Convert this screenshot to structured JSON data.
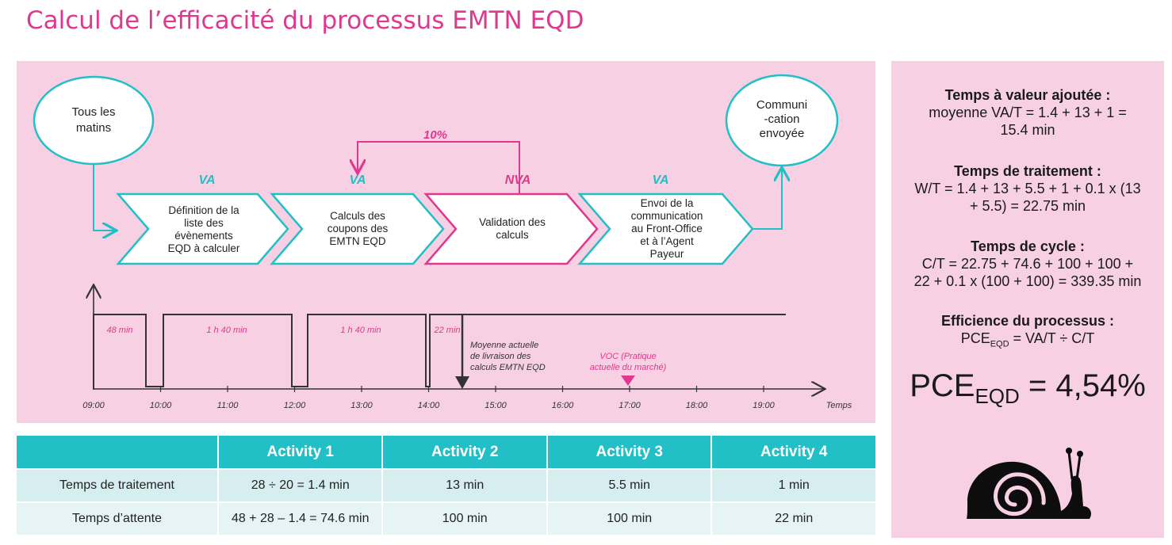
{
  "title": "Calcul de l’efficacité du processus EMTN EQD",
  "colors": {
    "pink": "#e0388e",
    "teal": "#22bfc6",
    "panel": "#f7d1e3",
    "dark": "#333333"
  },
  "start_circle": [
    "Tous les",
    "matins"
  ],
  "end_circle": [
    "Communi",
    "-cation",
    "envoyée"
  ],
  "loop_label": "10%",
  "steps": [
    {
      "tag": "VA",
      "lines": [
        "Définition de la",
        "liste des",
        "évènements",
        "EQD à calculer"
      ]
    },
    {
      "tag": "VA",
      "lines": [
        "Calculs des",
        "coupons des",
        "EMTN EQD"
      ]
    },
    {
      "tag": "NVA",
      "lines": [
        "Validation des",
        "calculs"
      ]
    },
    {
      "tag": "VA",
      "lines": [
        "Envoi de la",
        "communication",
        "au Front-Office",
        "et à l’Agent",
        "Payeur"
      ]
    }
  ],
  "timeline": {
    "ticks": [
      "09:00",
      "10:00",
      "11:00",
      "12:00",
      "13:00",
      "14:00",
      "15:00",
      "16:00",
      "17:00",
      "18:00",
      "19:00"
    ],
    "axis_label": "Temps",
    "durations": [
      "48 min",
      "1 h 40 min",
      "1 h 40 min",
      "22 min"
    ],
    "current_marker": {
      "time": "14:30",
      "label": [
        "Moyenne actuelle",
        "de livraison des",
        "calculs EMTN EQD"
      ]
    },
    "voc_marker": {
      "time": "17:00",
      "label": [
        "VOC (Pratique",
        "actuelle du marché)"
      ]
    }
  },
  "side": {
    "va_title": "Temps à valeur ajoutée :",
    "va_line1": "moyenne VA/T = 1.4 + 13 + 1 =",
    "va_line2": "15.4 min",
    "wt_title": "Temps de traitement :",
    "wt_line1": "W/T = 1.4 + 13 + 5.5 + 1 + 0.1 x (13",
    "wt_line2": "+ 5.5) = 22.75 min",
    "ct_title": "Temps de cycle :",
    "ct_line1": "C/T = 22.75 + 74.6 + 100 + 100 +",
    "ct_line2": "22 + 0.1 x (100 + 100) = 339.35 min",
    "pe_title": "Efficience du processus :",
    "pe_pce": "PCE",
    "pe_sub": "EQD",
    "pe_formula": " = VA/T ÷ C/T",
    "big_pce": "PCE",
    "big_sub": "EQD",
    "big_value": " = 4,54%"
  },
  "table": {
    "headers": [
      "",
      "Activity 1",
      "Activity 2",
      "Activity 3",
      "Activity 4"
    ],
    "rows": [
      [
        "Temps de traitement",
        "28 ÷ 20 = 1.4 min",
        "13 min",
        "5.5 min",
        "1 min"
      ],
      [
        "Temps d’attente",
        "48 + 28 – 1.4 = 74.6 min",
        "100 min",
        "100 min",
        "22 min"
      ]
    ]
  }
}
